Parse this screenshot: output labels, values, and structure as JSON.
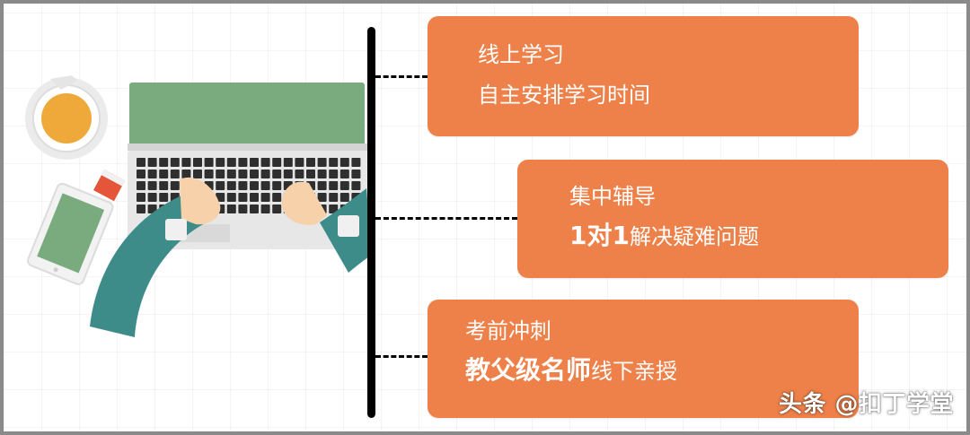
{
  "cards": [
    {
      "line1": "线上学习",
      "line2_bold": "",
      "line2": "自主安排学习时间"
    },
    {
      "line1": "集中辅导",
      "line2_bold": "1对1",
      "line2": "解决疑难问题"
    },
    {
      "line1": "考前冲刺",
      "line2_bold": "教父级名师",
      "line2": "线下亲授"
    }
  ],
  "watermark": "头条 @扣丁学堂",
  "colors": {
    "card": "#ee8149",
    "timeline": "#000000",
    "screen": "#7aab7f",
    "sleeve": "#3e8c8a"
  },
  "icons": [
    "coffee-cup-icon",
    "laptop-icon",
    "tablet-icon",
    "eraser-icon",
    "hands-icon"
  ]
}
